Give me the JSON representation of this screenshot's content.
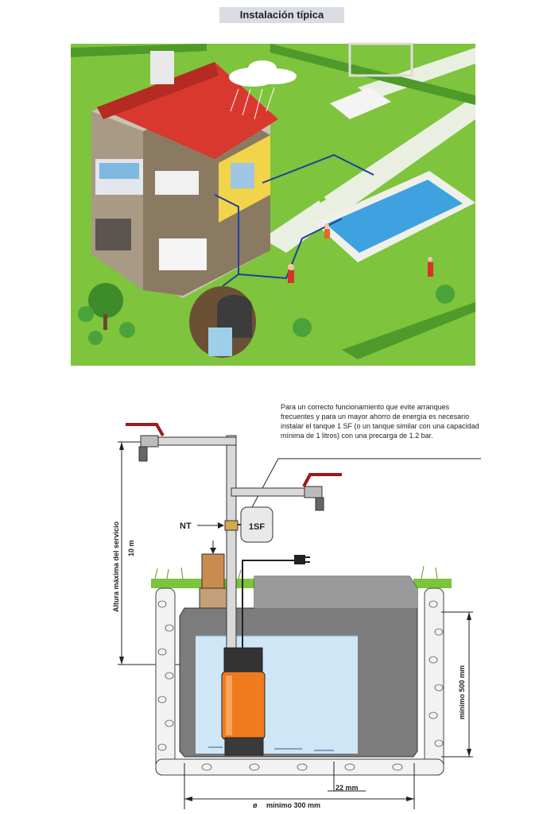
{
  "header": {
    "title": "Instalación típica"
  },
  "diagram": {
    "note": "Para un correcto funcionamiento que evite arranques frecuentes y para un mayor ahorro de energía es necesario instalar el tanque 1 SF (o un tanque similar con una capacidad mínima de 1 litros) con una precarga de 1.2 bar.",
    "nt_label": "NT",
    "tank_label": "1SF",
    "height_label": "Altura máxima del servicio",
    "height_value": "10 m",
    "min_depth_label": "mínimo 500 mm",
    "gap_label": "22 mm",
    "width_label": "mínimo 300 mm",
    "width_symbol": "ø"
  }
}
